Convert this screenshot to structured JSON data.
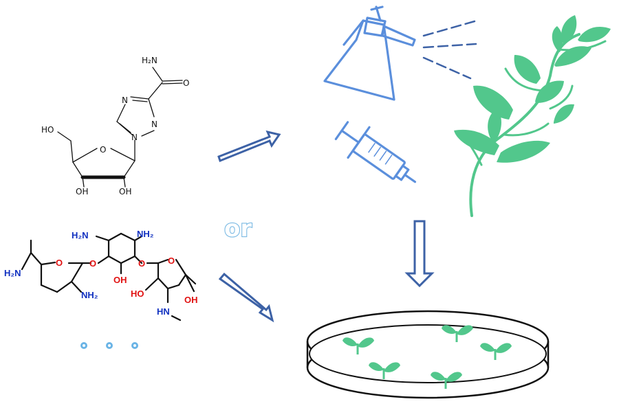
{
  "ribavirin_labels": {
    "amide_nh2": "H₂N",
    "carbonyl_o": "O",
    "n_top": "N",
    "n_right": "N",
    "n_bottom": "N",
    "ring_o": "O",
    "ho": "HO",
    "oh_left": "OH",
    "oh_right": "OH"
  },
  "aminoglycoside_labels": {
    "h2n_top": "H₂N",
    "nh2_top": "NH₂",
    "h2n_left": "H₂N",
    "o_ring1": "O",
    "o_link1": "O",
    "oh_mid": "OH",
    "nh2_lower": "NH₂",
    "o_link2": "O",
    "o_ring2": "O",
    "ho_ring2": "HO",
    "oh_ring2": "OH",
    "hn": "HN"
  },
  "or_text": "or",
  "colors": {
    "icon_blue": "#5b8fdc",
    "arrow_blue": "#3d62a6",
    "leaf_green": "#52c78c",
    "amine_blue": "#1030c0",
    "hydroxyl_red": "#e01010",
    "dots_blue": "#6ab4e6"
  },
  "icons": [
    "spray-bottle-icon",
    "syringe-icon",
    "plant-icon",
    "petri-dish-icon",
    "seedling-icon"
  ]
}
